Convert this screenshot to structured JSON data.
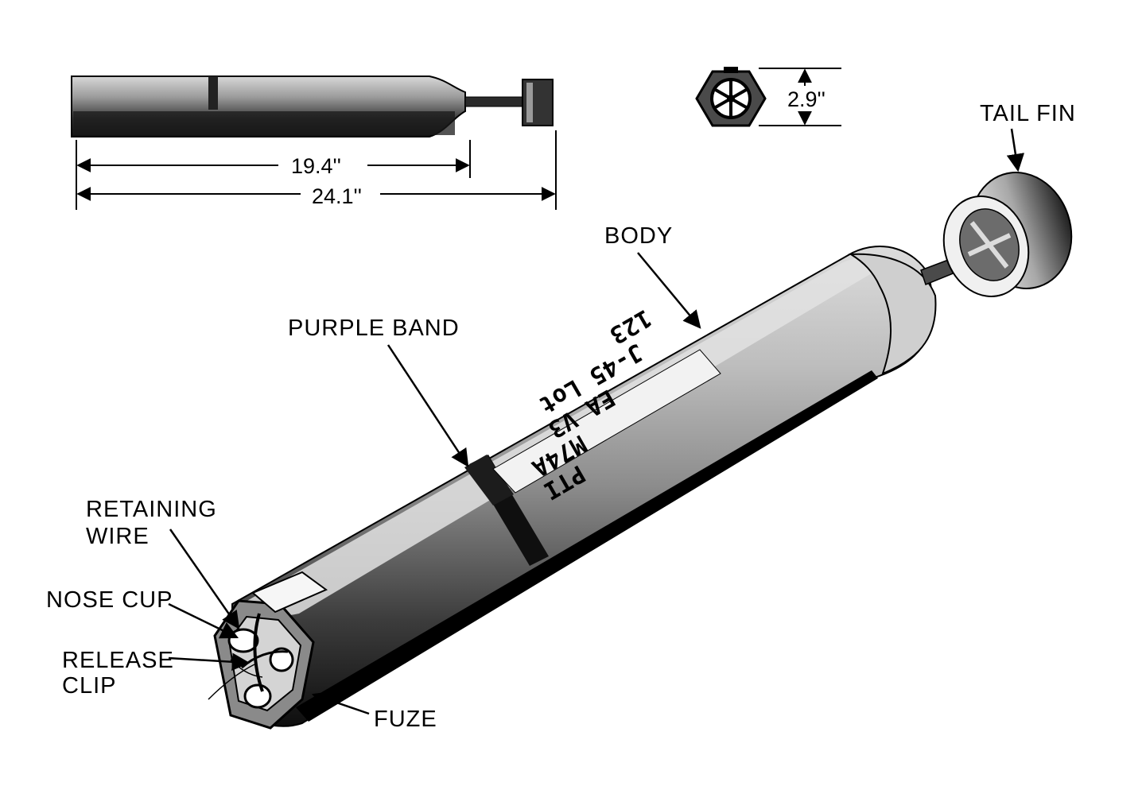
{
  "labels": {
    "tail_fin": "TAIL FIN",
    "body": "BODY",
    "purple_band": "PURPLE BAND",
    "retaining_wire_line1": "RETAINING",
    "retaining_wire_line2": "WIRE",
    "nose_cup": "NOSE CUP",
    "release_clip_line1": "RELEASE",
    "release_clip_line2": "CLIP",
    "fuze": "FUZE"
  },
  "dimensions": {
    "body_length": "19.4''",
    "overall_length": "24.1''",
    "diameter": "2.9''"
  },
  "body_markings": {
    "line1": "PTI",
    "line2": "M74A",
    "line3": "EA  V3",
    "line4": "J-45  Lot",
    "line5": "123"
  },
  "colors": {
    "ink": "#000000",
    "paper": "#ffffff",
    "body_mid": "#8a8a8a",
    "body_light": "#cfcfcf",
    "body_dark": "#1a1a1a"
  }
}
